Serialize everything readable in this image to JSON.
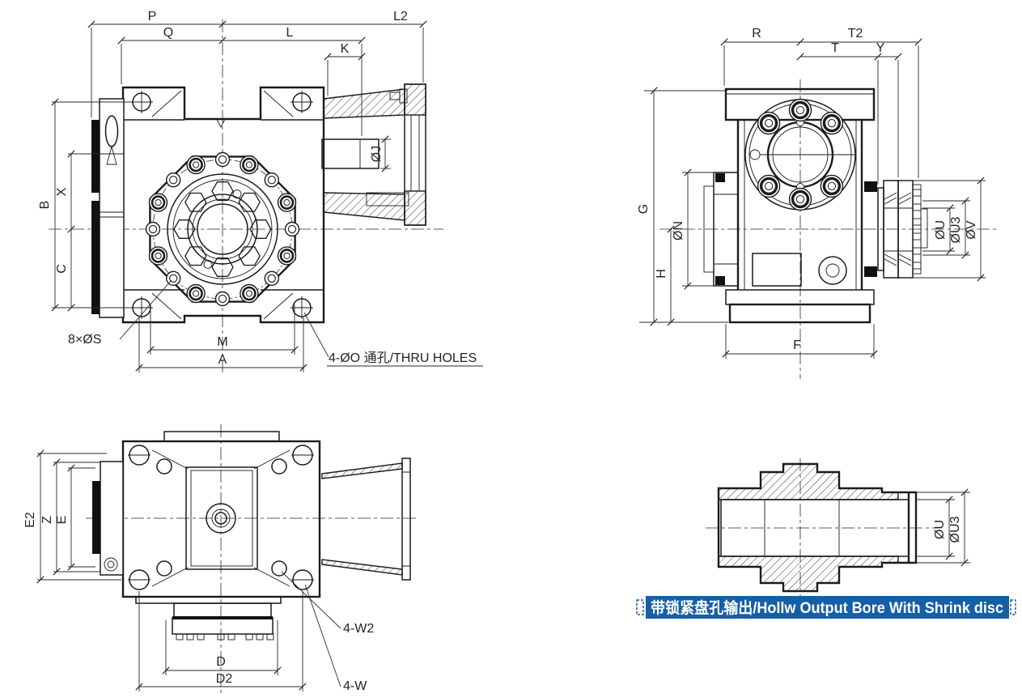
{
  "banner": {
    "text": "带锁紧盘孔输出/Hollw Output Bore With Shrink disc",
    "bg": "#155fa8",
    "fg": "#ffffff"
  },
  "front_view": {
    "p": "P",
    "l2": "L2",
    "q": "Q",
    "l": "L",
    "k": "K",
    "j": "ØJ",
    "b": "B",
    "x": "X",
    "c": "C",
    "s": "8×ØS",
    "m": "M",
    "a": "A",
    "o": "4-ØO 通孔/THRU HOLES"
  },
  "side_view": {
    "r": "R",
    "t2": "T2",
    "t": "T",
    "y": "Y",
    "g": "G",
    "n": "ØN",
    "h": "H",
    "u": "ØU",
    "u3": "ØU3",
    "v": "ØV",
    "f": "F"
  },
  "bottom_view": {
    "e2": "E2",
    "z": "Z",
    "e": "E",
    "d": "D",
    "d2": "D2",
    "w2": "4-W2",
    "w": "4-W"
  },
  "shaft_view": {
    "u": "ØU",
    "u3": "ØU3"
  }
}
